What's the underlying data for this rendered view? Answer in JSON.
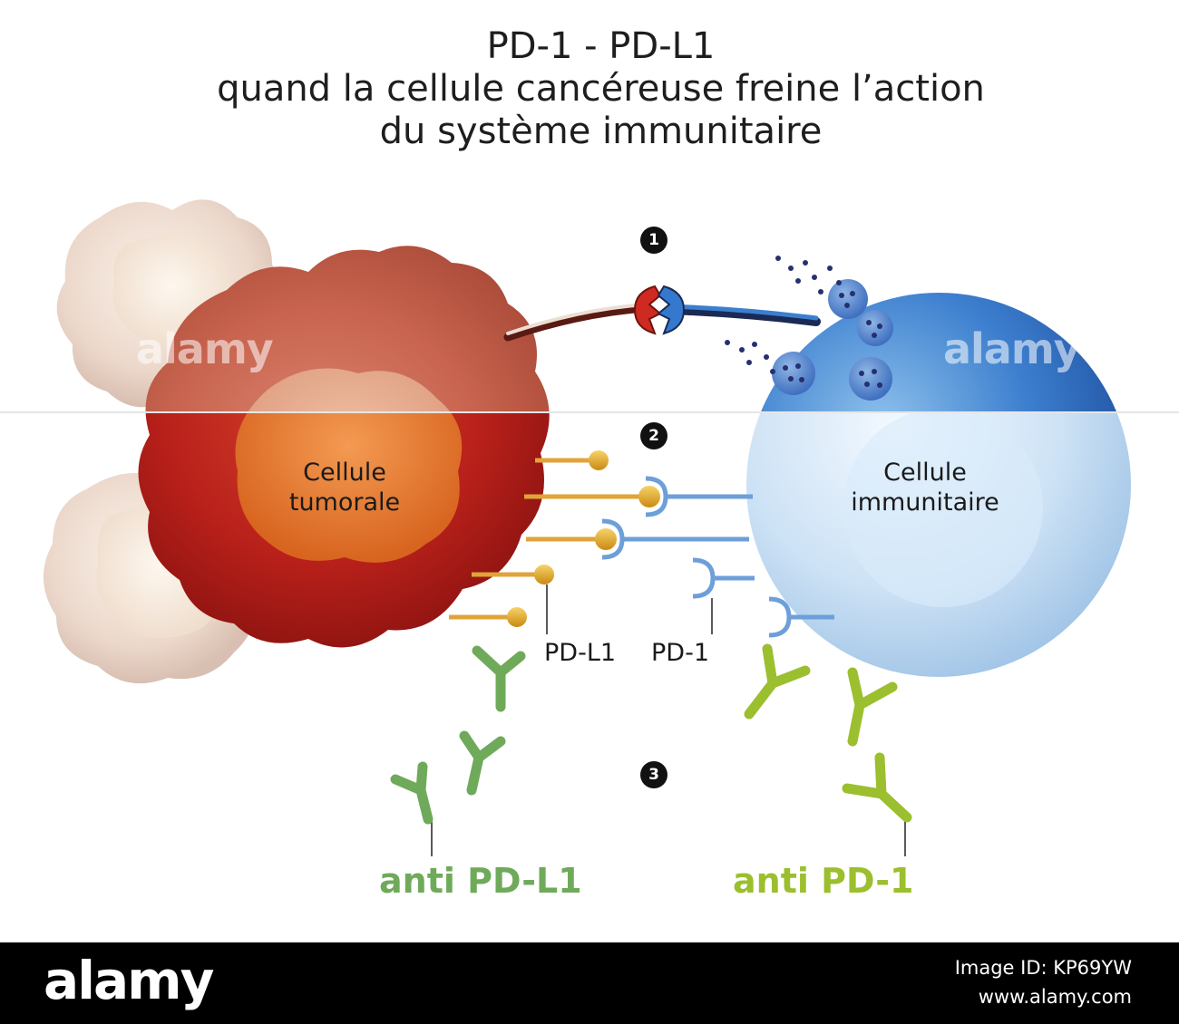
{
  "title": {
    "line1": "PD-1 - PD-L1",
    "line2": "quand la cellule cancéreuse freine l’action",
    "line3": "du système immunitaire"
  },
  "steps": [
    "1",
    "2",
    "3"
  ],
  "cells": {
    "tumor_label": [
      "Cellule",
      "tumorale"
    ],
    "immune_label": [
      "Cellule",
      "immunitaire"
    ]
  },
  "molecules": {
    "pdl1": "PD-L1",
    "pd1": "PD-1"
  },
  "drugs": {
    "anti_pdl1": "anti PD-L1",
    "anti_pd1": "anti PD-1"
  },
  "colors": {
    "anti_pdl1": "#6faa5a",
    "anti_pd1": "#9bbf2e",
    "tumor": "#b21d1a",
    "immune": "#2f6fc2",
    "pdl1_ligand": "#e2a42a",
    "pd1_receptor": "#7aa6dc"
  },
  "watermark": "alamy",
  "footer": {
    "logo": "alamy",
    "image_id": "Image ID: KP69YW",
    "site": "www.alamy.com"
  }
}
